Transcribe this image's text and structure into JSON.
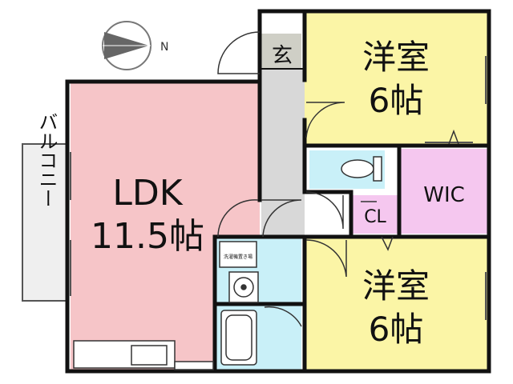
{
  "compass": {
    "north_label": "N",
    "icon": "compass-north-icon"
  },
  "rooms": {
    "western_room_top": {
      "line1": "洋室",
      "line2": "6帖"
    },
    "western_room_bottom": {
      "line1": "洋室",
      "line2": "6帖"
    },
    "ldk": {
      "line1": "LDK",
      "line2": "11.5帖"
    },
    "wic": {
      "label": "WIC"
    },
    "closet": {
      "label": "CL"
    },
    "entrance": {
      "label": "玄"
    },
    "balcony": {
      "label": "バルコニー"
    },
    "washer_space": {
      "label": "洗濯機置き場"
    }
  },
  "colors": {
    "western_room": "#fbf5a6",
    "ldk": "#f6c5c8",
    "wic": "#f5c7ef",
    "wet_area": "#c9f0f8",
    "hallway": "#d8d8d8",
    "entrance": "#cfcfc6",
    "balcony": "#efefef",
    "wall": "#111111"
  }
}
